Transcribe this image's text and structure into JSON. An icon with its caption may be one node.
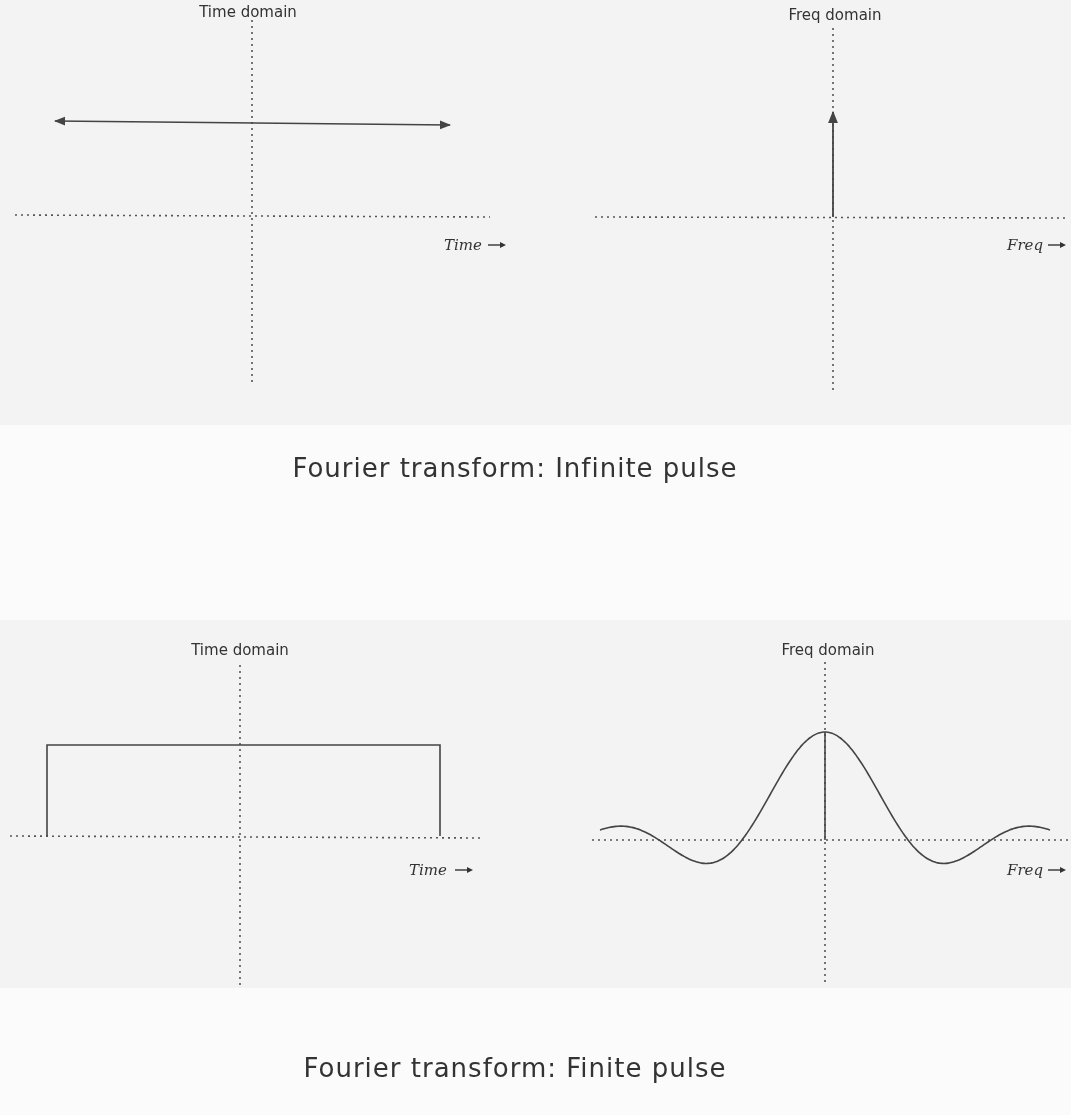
{
  "diagram": {
    "labels": [
      "Time domain",
      "Freq domain",
      "Time",
      "Freq",
      "Fourier transform: Infinite pulse",
      "Time domain",
      "Freq domain",
      "Time",
      "Freq",
      "Fourier transform: Finite pulse"
    ]
  }
}
